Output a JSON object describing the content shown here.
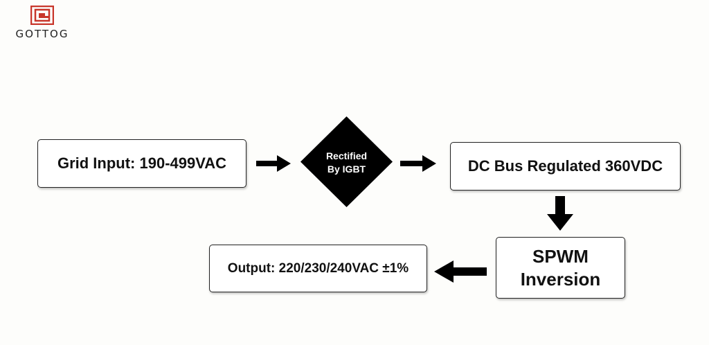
{
  "logo": {
    "icon": "gottog-logo-mark",
    "text": "GOTTOG",
    "color": "#c8362b"
  },
  "nodes": {
    "grid_input": "Grid Input: 190-499VAC",
    "rectifier": {
      "line1": "Rectified",
      "line2": "By IGBT"
    },
    "dc_bus": "DC Bus Regulated 360VDC",
    "spwm": {
      "line1": "SPWM",
      "line2": "Inversion"
    },
    "output": "Output: 220/230/240VAC ±1%"
  },
  "arrows": [
    {
      "from": "grid_input",
      "to": "rectifier",
      "direction": "right",
      "icon": "arrow-right-icon"
    },
    {
      "from": "rectifier",
      "to": "dc_bus",
      "direction": "right",
      "icon": "arrow-right-icon"
    },
    {
      "from": "dc_bus",
      "to": "spwm",
      "direction": "down",
      "icon": "arrow-down-icon"
    },
    {
      "from": "spwm",
      "to": "output",
      "direction": "left",
      "icon": "arrow-left-icon"
    }
  ],
  "colors": {
    "box_border": "#222222",
    "diamond_fill": "#000000",
    "arrow_fill": "#000000",
    "text": "#111111"
  }
}
